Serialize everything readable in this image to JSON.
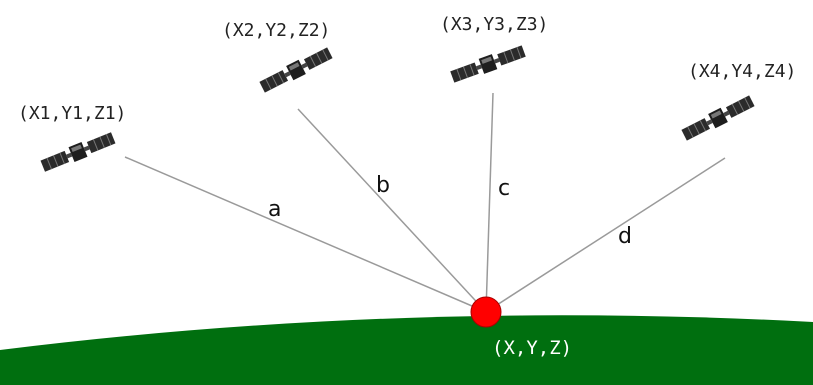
{
  "satellites": [
    {
      "coord_label": "(X1,Y1,Z1)",
      "distance_label": "a",
      "icon": "satellite-icon"
    },
    {
      "coord_label": "(X2,Y2,Z2)",
      "distance_label": "b",
      "icon": "satellite-icon"
    },
    {
      "coord_label": "(X3,Y3,Z3)",
      "distance_label": "c",
      "icon": "satellite-icon"
    },
    {
      "coord_label": "(X4,Y4,Z4)",
      "distance_label": "d",
      "icon": "satellite-icon"
    }
  ],
  "receiver": {
    "label": "(X,Y,Z)",
    "color": "#ff0000"
  },
  "colors": {
    "ground": "#006f0f",
    "lines": "#9a9a9a",
    "satellite_body": "#2b2b2b"
  }
}
